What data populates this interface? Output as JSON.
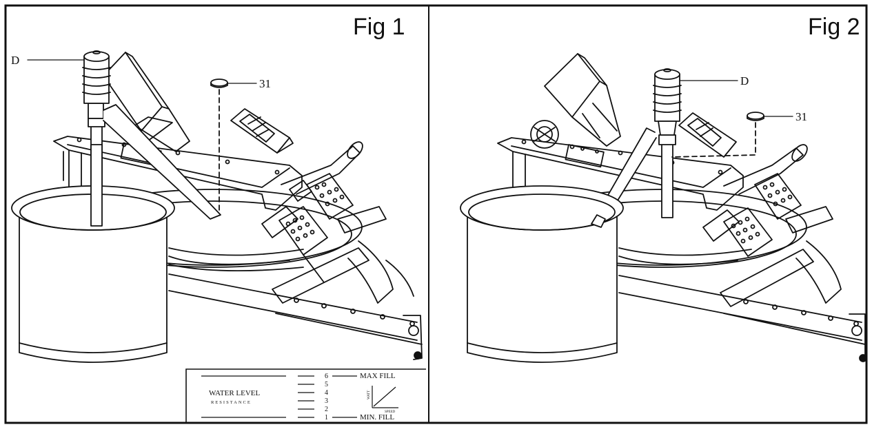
{
  "figures": [
    {
      "title": "Fig 1",
      "label_d": "D",
      "label_31": "31"
    },
    {
      "title": "Fig 2",
      "label_d": "D",
      "label_31": "31"
    }
  ],
  "water_level_chart": {
    "title": "WATER LEVEL",
    "subtitle": "RESISTANCE",
    "levels": [
      "6",
      "5",
      "4",
      "3",
      "2",
      "1"
    ],
    "max_label": "MAX FILL",
    "min_label": "MIN. FILL",
    "graph_ylabel": "WATT",
    "graph_xlabel": "SPEED"
  },
  "colors": {
    "line": "#111111",
    "background": "#ffffff"
  }
}
